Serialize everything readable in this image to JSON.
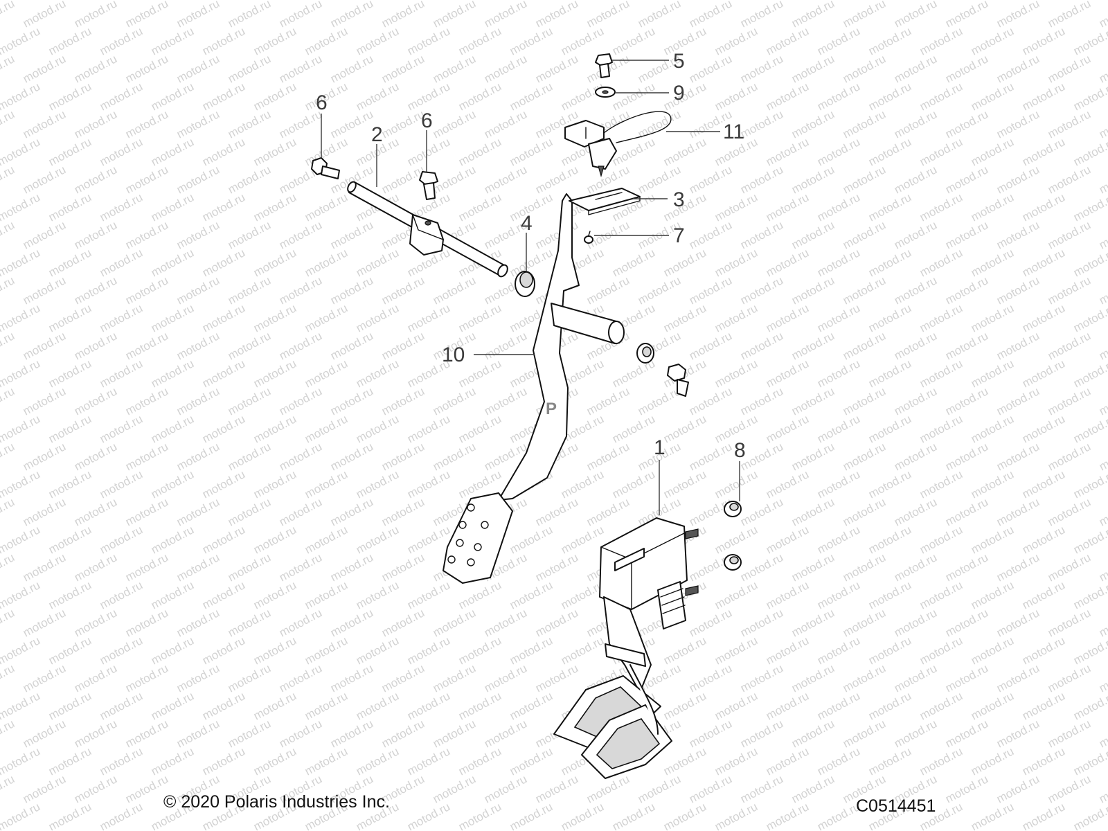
{
  "watermark": "motod.ru",
  "callouts": [
    {
      "id": "callout-1",
      "label": "1"
    },
    {
      "id": "callout-2",
      "label": "2"
    },
    {
      "id": "callout-3",
      "label": "3"
    },
    {
      "id": "callout-4",
      "label": "4"
    },
    {
      "id": "callout-5",
      "label": "5"
    },
    {
      "id": "callout-6a",
      "label": "6"
    },
    {
      "id": "callout-6b",
      "label": "6"
    },
    {
      "id": "callout-7",
      "label": "7"
    },
    {
      "id": "callout-8",
      "label": "8"
    },
    {
      "id": "callout-9",
      "label": "9"
    },
    {
      "id": "callout-10",
      "label": "10"
    },
    {
      "id": "callout-11",
      "label": "11"
    }
  ],
  "pedal_stamp": "P",
  "footer": {
    "copyright": "© 2020 Polaris Industries Inc.",
    "drawing_code": "C0514451"
  }
}
